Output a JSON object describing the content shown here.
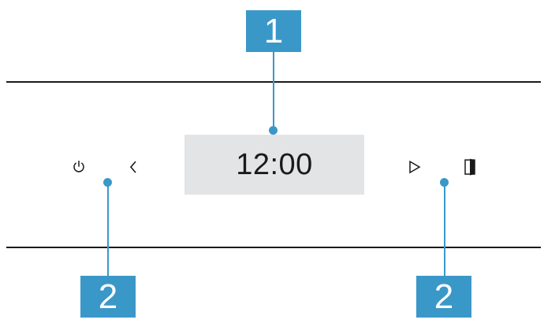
{
  "display": {
    "time": "12:00"
  },
  "controls": {
    "power_icon": "power-icon",
    "left_icon": "chevron-left-icon",
    "right_icon": "play-triangle-icon",
    "door_icon": "door-icon"
  },
  "callouts": {
    "display_label": "1",
    "buttons_left_label": "2",
    "buttons_right_label": "2"
  },
  "colors": {
    "callout": "#3a98c9",
    "display_bg": "#e3e4e6",
    "lines": "#1a1a1a"
  }
}
